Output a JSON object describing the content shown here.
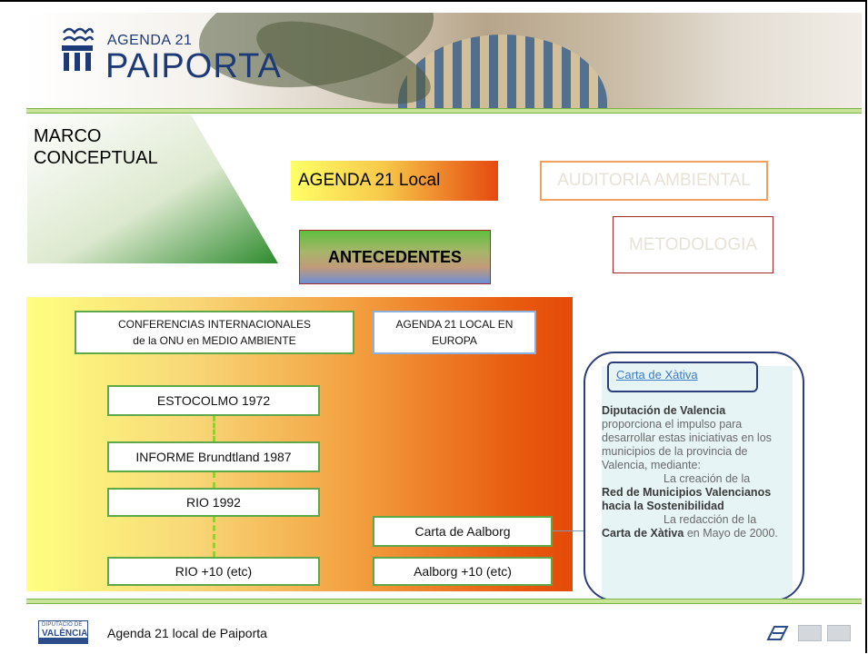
{
  "header": {
    "logo_small": "AGENDA 21",
    "logo_big": "PAIPORTA"
  },
  "marco": {
    "title_line1": "MARCO",
    "title_line2": "CONCEPTUAL"
  },
  "nav": {
    "agenda_local": "AGENDA 21 Local",
    "auditoria": "AUDITORIA AMBIENTAL",
    "antecedentes": "ANTECEDENTES",
    "metodologia": "METODOLOGIA"
  },
  "panel": {
    "conferencias_line1": "CONFERENCIAS  INTERNACIONALES",
    "conferencias_line2": "de la ONU en MEDIO AMBIENTE",
    "europa_line1": "AGENDA 21 LOCAL EN",
    "europa_line2": "EUROPA",
    "timeline": [
      "ESTOCOLMO  1972",
      "INFORME Brundtland 1987",
      "RIO 1992",
      "RIO +10 (etc)"
    ],
    "aalborg": "Carta de Aalborg",
    "aalborg_plus": "Aalborg +10 (etc)"
  },
  "card": {
    "link": "Carta de Xàtiva",
    "title": "Diputación de Valencia",
    "p1": "proporciona el impulso para desarrollar estas iniciativas en los municipios de la provincia de Valencia, mediante:",
    "p2_intro": "La creación de la",
    "p2_bold": "Red de Municipios Valencianos hacia la Sostenibilidad",
    "p3_intro": "La redacción de la",
    "p3_bold": "Carta de Xàtiva",
    "p3_tail": "en Mayo de 2000."
  },
  "footer": {
    "logo_line1": "DIPUTACIÓ DE",
    "logo_line2": "VALÈNCIA",
    "text": "Agenda 21 local  de Paiporta"
  },
  "colors": {
    "rule_green": "#c9e39a",
    "marco_green": "#2e8b2e",
    "card_border": "#2c3e7a"
  }
}
